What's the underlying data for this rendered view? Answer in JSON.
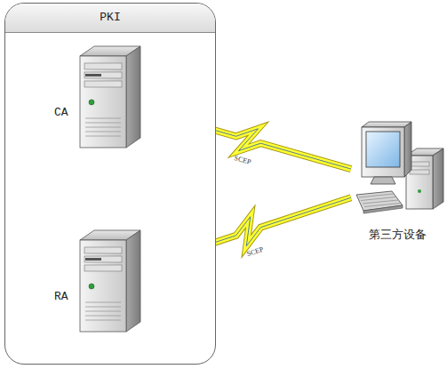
{
  "diagram": {
    "nodes": [
      {
        "text": [
          "PKI"
        ]
      },
      {
        "text": [
          "CA"
        ],
        "in": 0
      },
      {
        "text": [
          "RA"
        ],
        "in": 0
      },
      {
        "text": [
          "第三方设备"
        ]
      }
    ],
    "edges": [
      {
        "from": 1,
        "to": 3,
        "arrow": "none",
        "label": "SCEP"
      },
      {
        "from": 2,
        "to": 3,
        "arrow": "none",
        "label": "SCEP"
      }
    ]
  }
}
